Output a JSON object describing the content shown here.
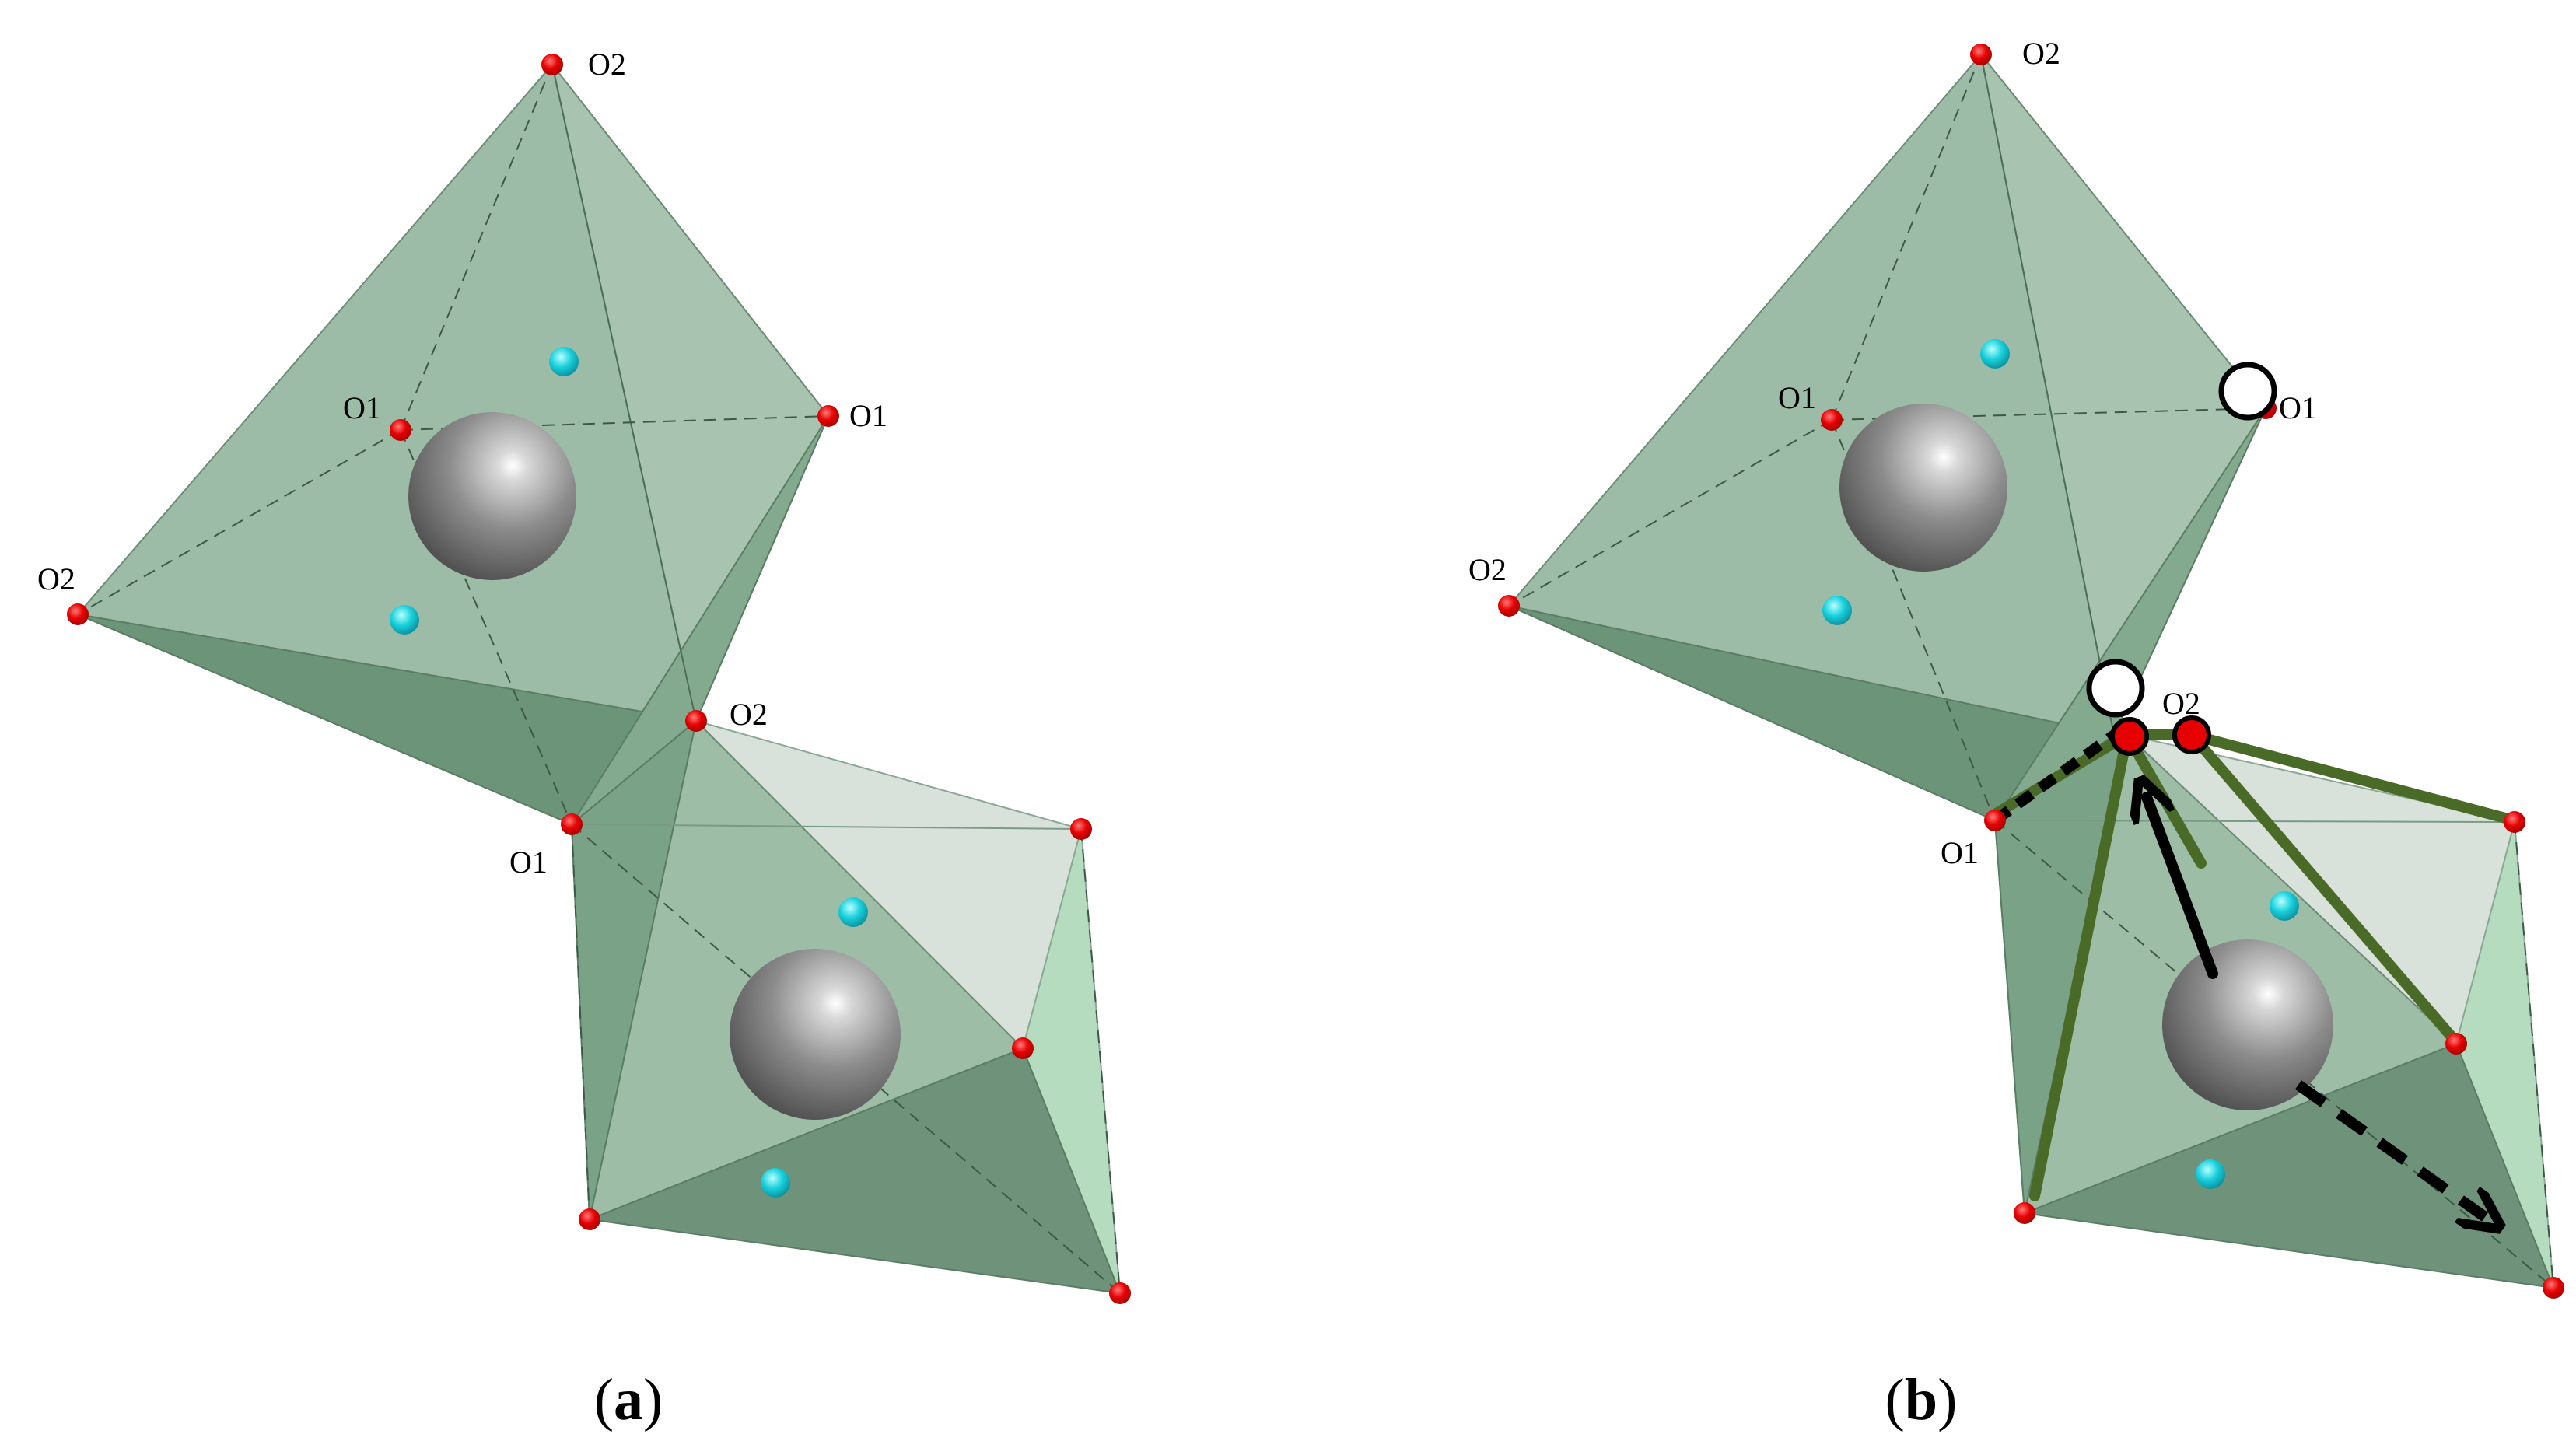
{
  "panels": {
    "a": {
      "caption_open": "(",
      "caption_letter": "a",
      "caption_close": ")",
      "labels": {
        "o2_top": "O2",
        "o1_left": "O1",
        "o1_right": "O1",
        "o2_left": "O2",
        "o2_shared": "O2",
        "o1_shared": "O1"
      }
    },
    "b": {
      "caption_open": "(",
      "caption_letter": "b",
      "caption_close": ")",
      "labels": {
        "o2_top": "O2",
        "o1_left": "O1",
        "o1_right": "O1",
        "o2_left": "O2",
        "o2_shared": "O2",
        "o1_shared": "O1"
      }
    }
  },
  "colors": {
    "polyhedron_face": "#8fb49b",
    "polyhedron_dark": "#5e8a6c",
    "polyhedron_light": "#cfe6d4",
    "oxygen_atom": "#e60000",
    "small_atom": "#18d0dc",
    "metal_atom": "#808080",
    "highlight_edge": "#4a6b28",
    "vacancy": "#ffffff"
  }
}
